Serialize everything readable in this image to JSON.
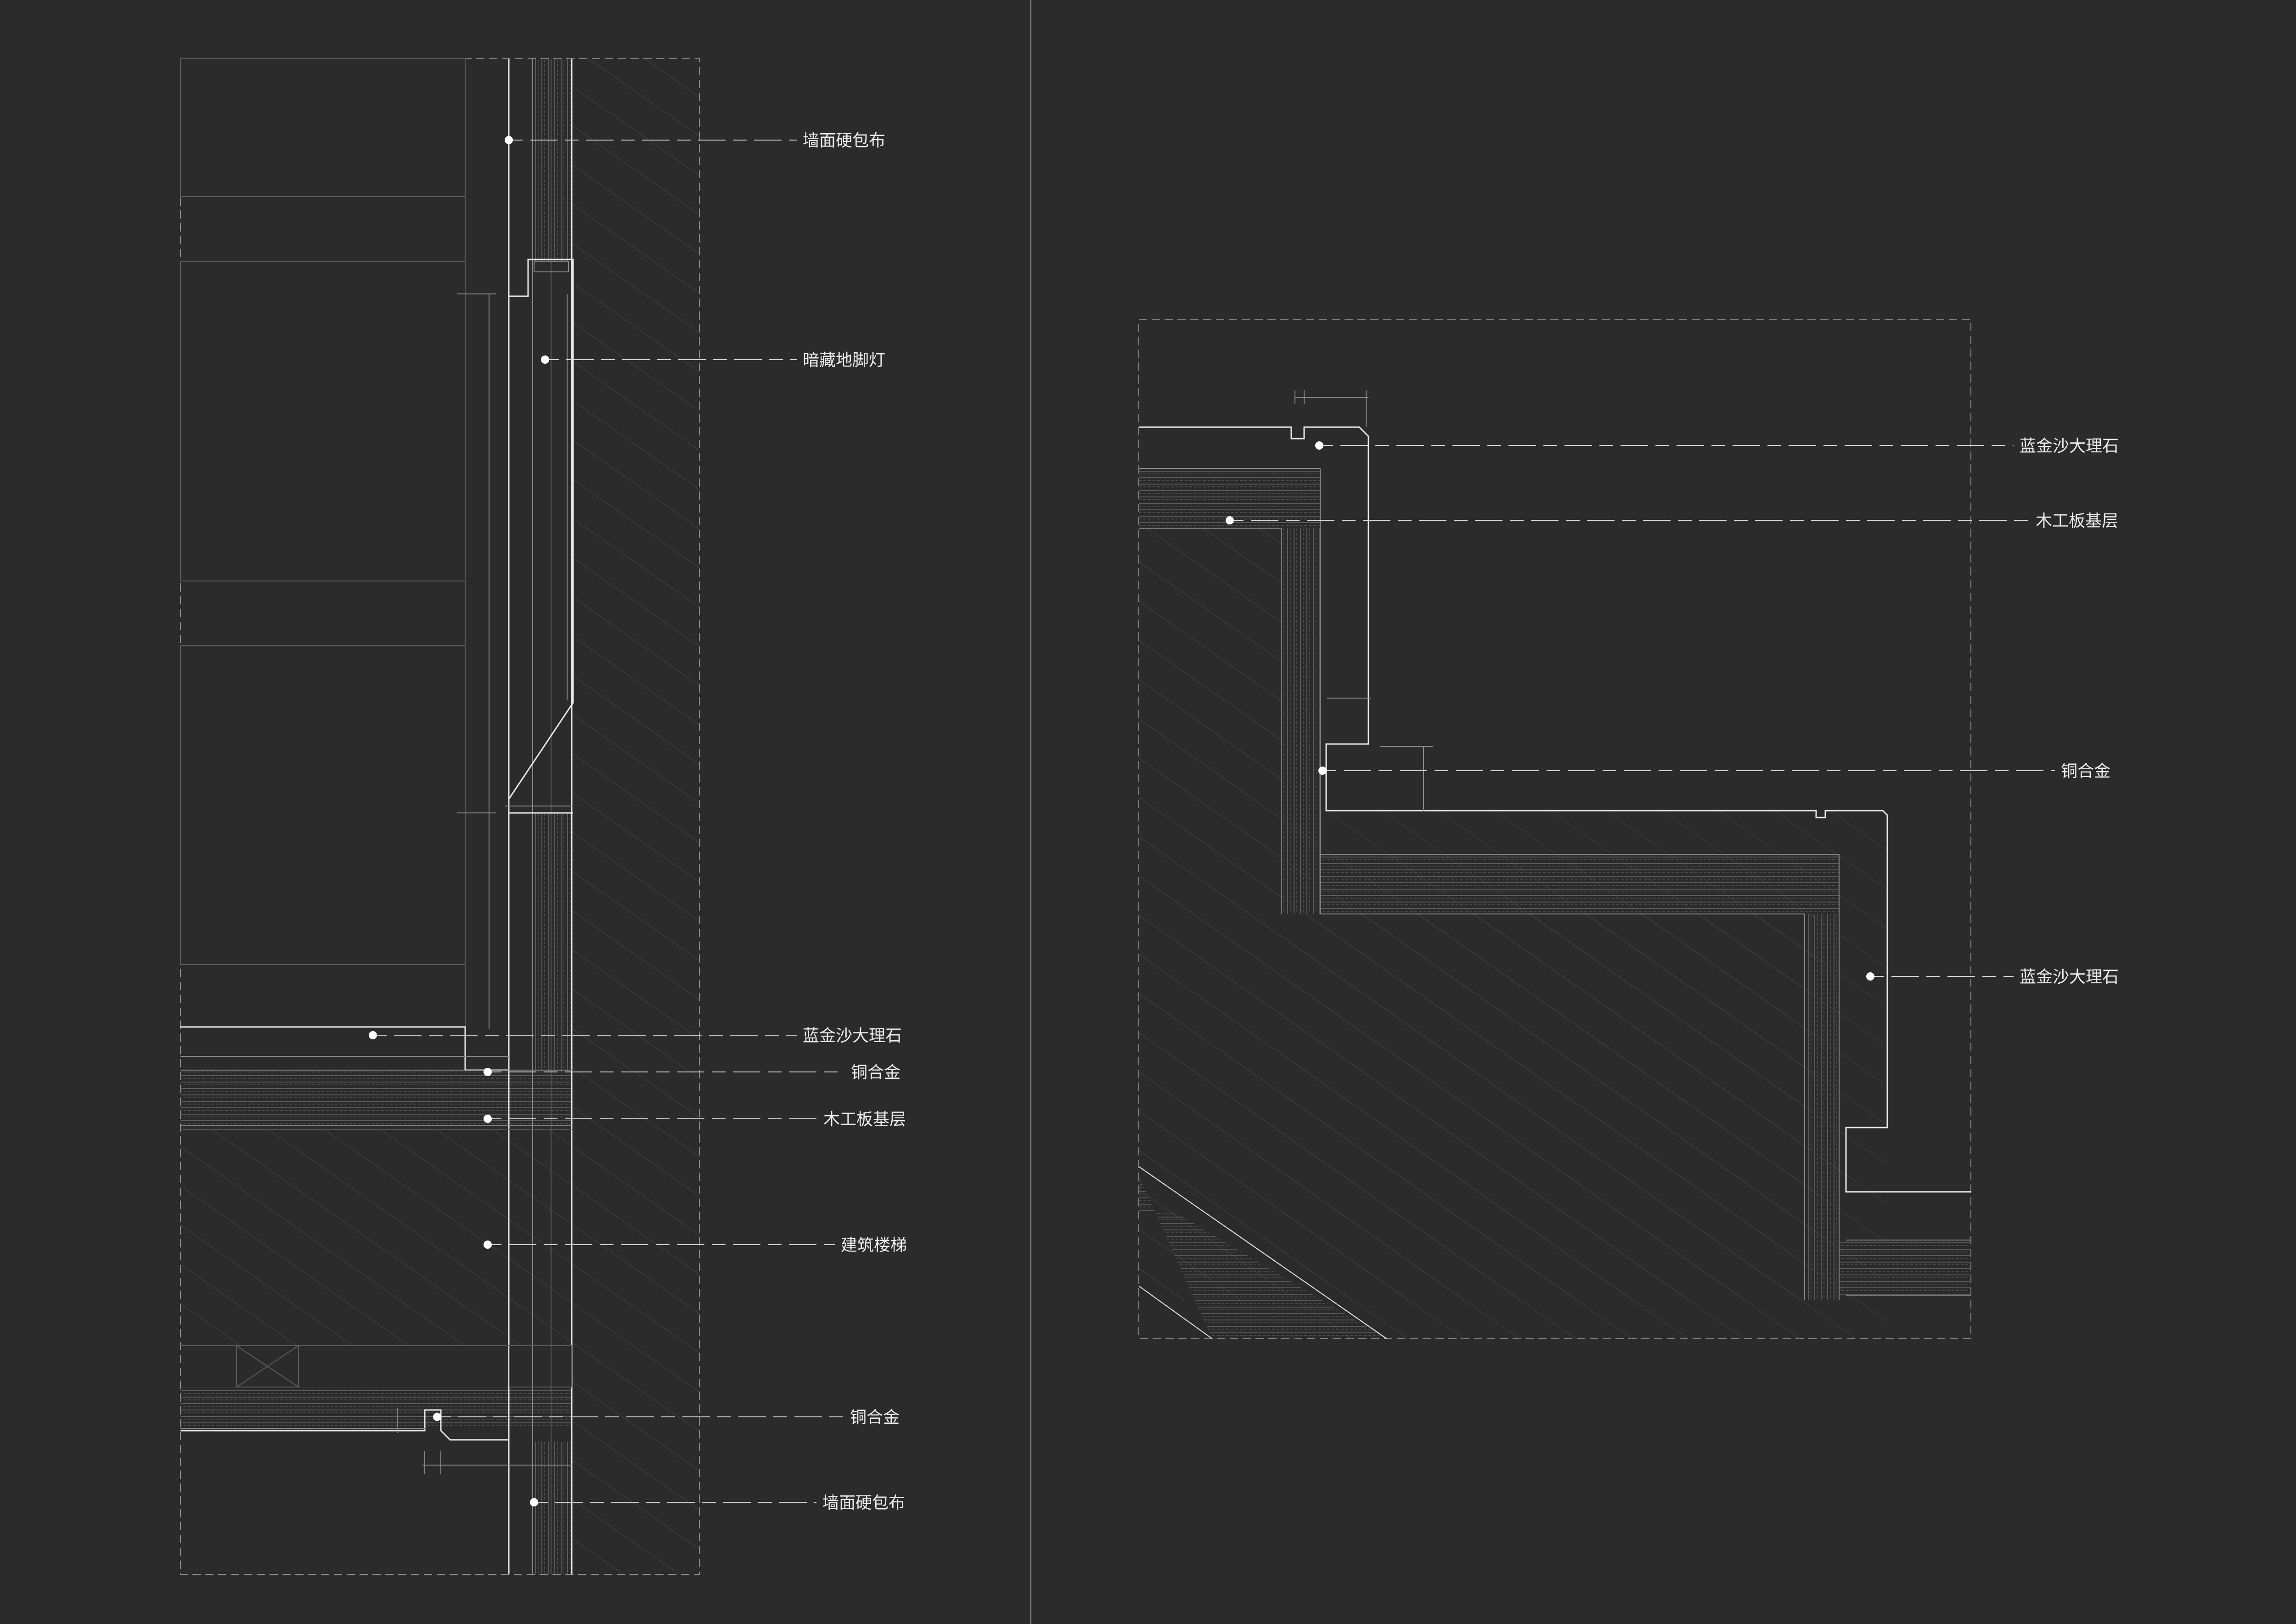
{
  "left_detail": {
    "callouts": [
      {
        "id": "wall-fabric-top",
        "text": "墙面硬包布"
      },
      {
        "id": "hidden-foot-light",
        "text": "暗藏地脚灯"
      },
      {
        "id": "marble-left",
        "text": "蓝金沙大理石"
      },
      {
        "id": "copper-alloy-1",
        "text": "铜合金"
      },
      {
        "id": "plywood-left",
        "text": "木工板基层"
      },
      {
        "id": "building-stair",
        "text": "建筑楼梯"
      },
      {
        "id": "copper-alloy-2",
        "text": "铜合金"
      },
      {
        "id": "wall-fabric-bottom",
        "text": "墙面硬包布"
      }
    ]
  },
  "right_detail": {
    "callouts": [
      {
        "id": "marble-right-top",
        "text": "蓝金沙大理石"
      },
      {
        "id": "plywood-right",
        "text": "木工板基层"
      },
      {
        "id": "copper-alloy-right",
        "text": "铜合金"
      },
      {
        "id": "marble-right-bottom",
        "text": "蓝金沙大理石"
      }
    ]
  },
  "colors": {
    "background": "#2b2b2b",
    "line": "#e8e8e8",
    "hatch": "#474747"
  }
}
